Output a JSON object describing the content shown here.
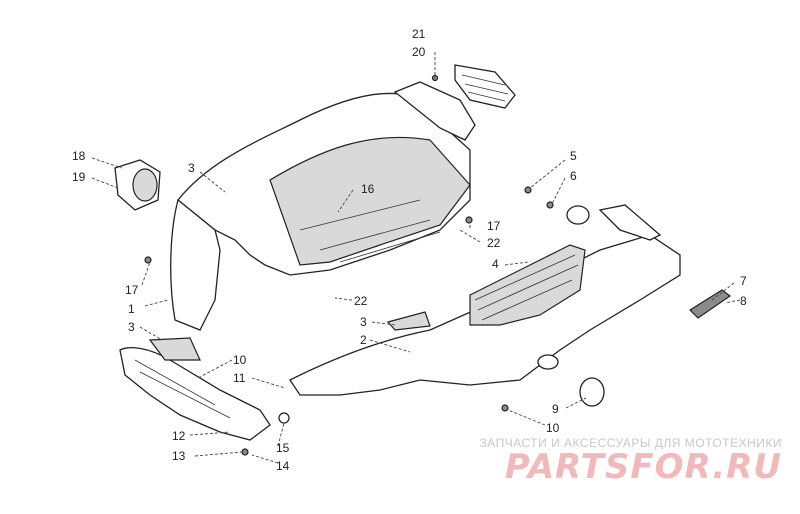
{
  "diagram": {
    "callouts": [
      "21",
      "20",
      "18",
      "19",
      "3",
      "16",
      "5",
      "6",
      "17",
      "22",
      "4",
      "17",
      "1",
      "22",
      "7",
      "8",
      "3",
      "3",
      "2",
      "10",
      "11",
      "9",
      "10",
      "12",
      "15",
      "13",
      "14"
    ]
  },
  "watermark": {
    "tagline": "ЗАПЧАСТИ И АКСЕССУАРЫ ДЛЯ МОТОТЕХНИКИ",
    "logo": "PARTSFOR.RU"
  }
}
